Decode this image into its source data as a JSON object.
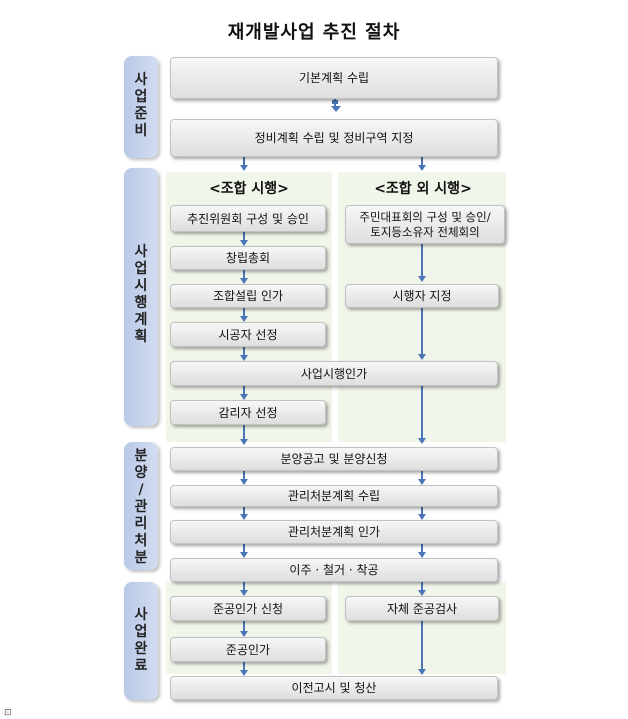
{
  "title": "재개발사업 추진 절차",
  "stages": [
    {
      "label": "사\n업\n준\n비"
    },
    {
      "label": "사\n업\n시\n행\n계\n획"
    },
    {
      "label": "분\n양\n/\n관\n리\n처\n분"
    },
    {
      "label": "사\n업\n완\n료"
    }
  ],
  "lanes": {
    "left": "<조합 시행>",
    "right": "<조합 외 시행>"
  },
  "steps": {
    "basic_plan": "기본계획 수립",
    "redev_plan": "정비계획 수립 및 정비구역 지정",
    "committee": "추진위원회 구성 및 승인",
    "residents": "주민대표회의 구성 및 승인/\n토지등소유자 전체회의",
    "founding": "창립총회",
    "association": "조합설립 인가",
    "operator": "시행자 지정",
    "contractor": "시공자 선정",
    "project_approval": "사업시행인가",
    "inspector": "감리자 선정",
    "sale_notice": "분양공고 및 분양신청",
    "mgmt_plan": "관리처분계획 수립",
    "mgmt_approval": "관리처분계획 인가",
    "relocation": "이주 · 철거 · 착공",
    "completion_approval_req": "준공인가 신청",
    "self_inspection": "자체 준공검사",
    "completion_approval": "준공인가",
    "transfer": "이전고시 및 청산"
  },
  "footnote": "⊡"
}
